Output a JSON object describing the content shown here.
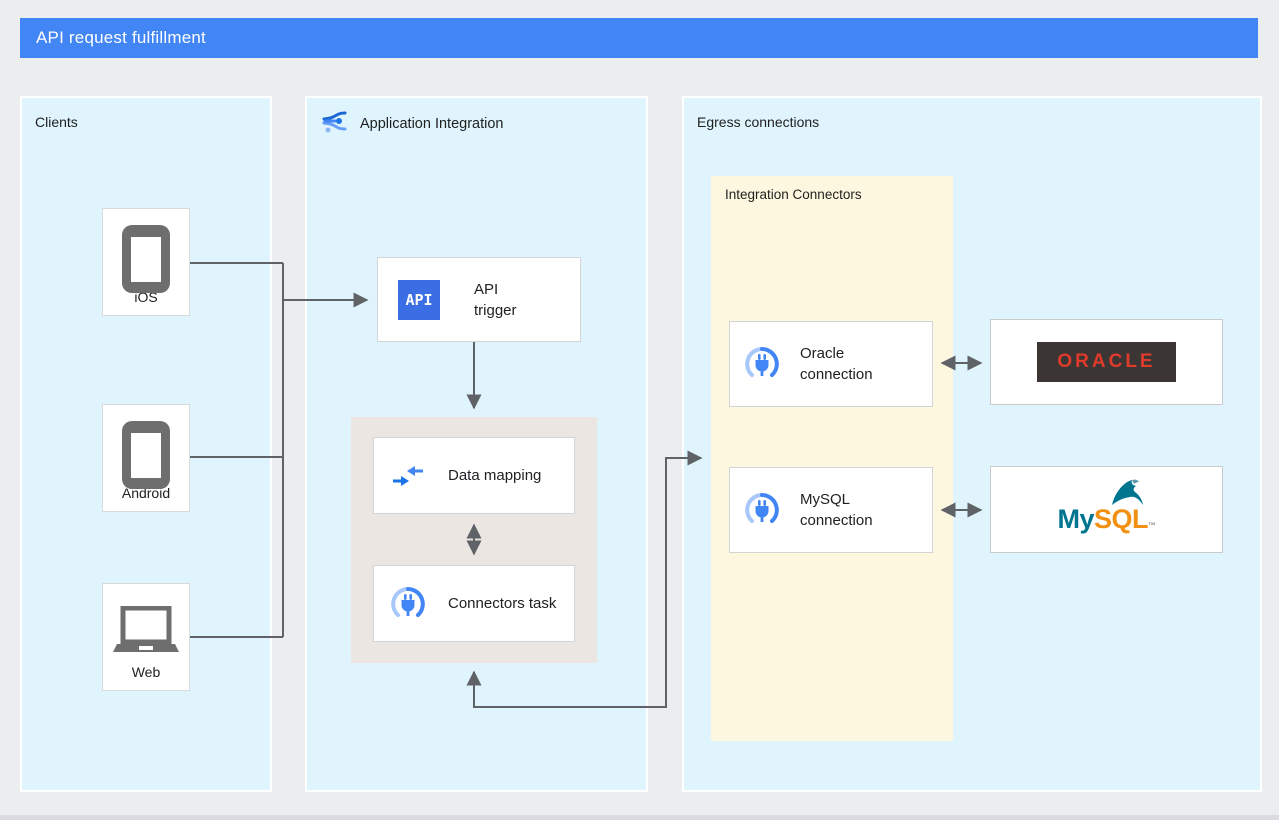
{
  "header": {
    "title": "API request fulfillment"
  },
  "panels": {
    "clients": {
      "label": "Clients"
    },
    "app_integration": {
      "label": "Application Integration"
    },
    "egress": {
      "label": "Egress connections"
    }
  },
  "clients": {
    "ios": {
      "label": "iOS"
    },
    "android": {
      "label": "Android"
    },
    "web": {
      "label": "Web"
    }
  },
  "nodes": {
    "api_trigger": {
      "chip_label": "API",
      "label": "API trigger"
    },
    "data_mapping": {
      "label": "Data mapping"
    },
    "connectors_task": {
      "label": "Connectors task"
    }
  },
  "egress": {
    "integration_connectors_label": "Integration Connectors",
    "oracle_connection": {
      "label": "Oracle connection"
    },
    "mysql_connection": {
      "label": "MySQL connection"
    }
  },
  "logos": {
    "oracle": {
      "text": "ORACLE"
    },
    "mysql": {
      "my": "My",
      "sql": "SQL",
      "tm": "™"
    }
  },
  "icons": [
    "application-integration-icon",
    "phone-icon",
    "laptop-icon",
    "api-chip",
    "data-mapping-icon",
    "connector-plug-icon",
    "oracle-logo",
    "mysql-dolphin-icon"
  ],
  "colors": {
    "background": "#ebedee",
    "header_blue": "#4285f4",
    "panel_blue": "#dff4fd",
    "group_yellow": "#fef7e0",
    "group_gray": "#ece6e2",
    "line_gray": "#5f6368",
    "device_gray": "#6e6e6e",
    "api_chip_blue": "#3b6de4",
    "connector_blue": "#4285f4",
    "connector_light_blue": "#a8c7fa",
    "oracle_red": "#e03a2d",
    "oracle_badge_bg": "#3b3633",
    "mysql_teal": "#00758f",
    "mysql_orange": "#f29111"
  }
}
